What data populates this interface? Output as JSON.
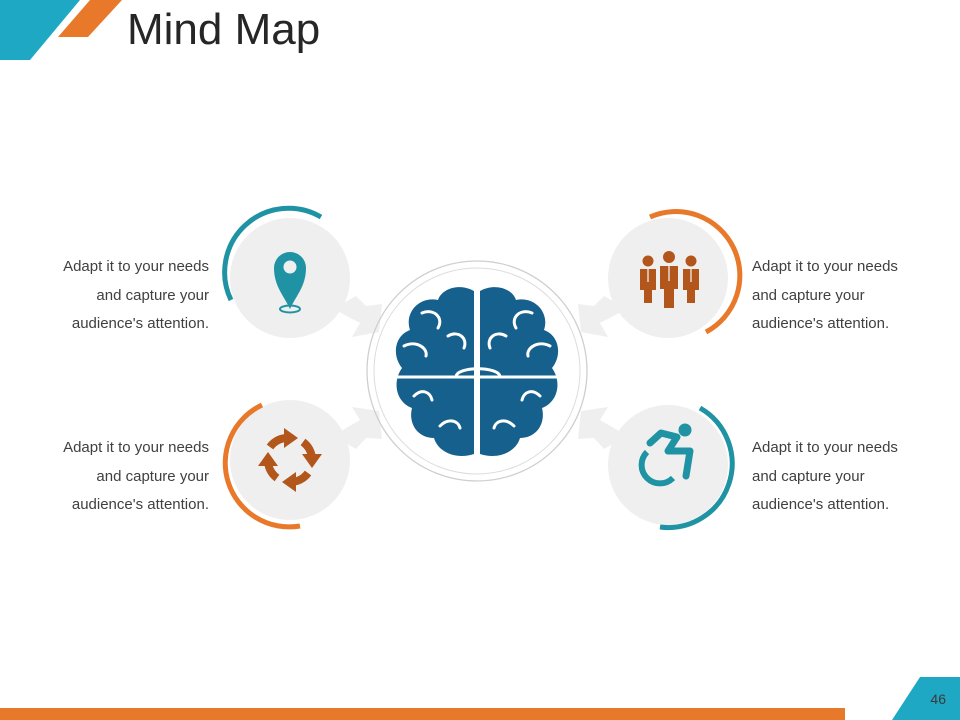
{
  "slide": {
    "title": "Mind Map",
    "page_number": "46"
  },
  "colors": {
    "teal": "#1f93a3",
    "orange": "#e8792a",
    "brain": "#16608e",
    "rust": "#b2561b",
    "circle_bg": "#efefef"
  },
  "nodes": [
    {
      "position": "top-left",
      "icon": "location-pin-icon",
      "accent": "teal",
      "lines": [
        "Adapt it to your needs",
        "and capture your",
        "audience's attention."
      ]
    },
    {
      "position": "bottom-left",
      "icon": "refresh-arrows-icon",
      "accent": "orange",
      "lines": [
        "Adapt it to your needs",
        "and capture your",
        "audience's attention."
      ]
    },
    {
      "position": "top-right",
      "icon": "team-people-icon",
      "accent": "orange",
      "lines": [
        "Adapt it to your needs",
        "and capture your",
        "audience's attention."
      ]
    },
    {
      "position": "bottom-right",
      "icon": "wheelchair-icon",
      "accent": "teal",
      "lines": [
        "Adapt it to your needs",
        "and capture your",
        "audience's attention."
      ]
    }
  ],
  "center": {
    "icon": "brain-icon"
  }
}
